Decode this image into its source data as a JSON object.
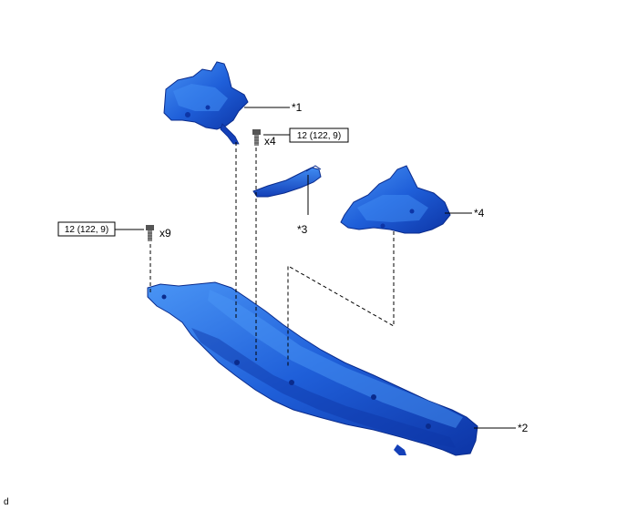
{
  "callouts": {
    "part1": "*1",
    "part2": "*2",
    "part3": "*3",
    "part4": "*4"
  },
  "torque": {
    "upper": "12 (122, 9)",
    "left": "12 (122, 9)"
  },
  "quantity": {
    "upper": "x4",
    "left": "x9"
  },
  "figure_id": "d",
  "colors": {
    "part_fill": "#1f5fd9",
    "part_highlight": "#3f8bf2",
    "part_shadow": "#0d35a6",
    "part_edge": "#0a2b8c"
  }
}
